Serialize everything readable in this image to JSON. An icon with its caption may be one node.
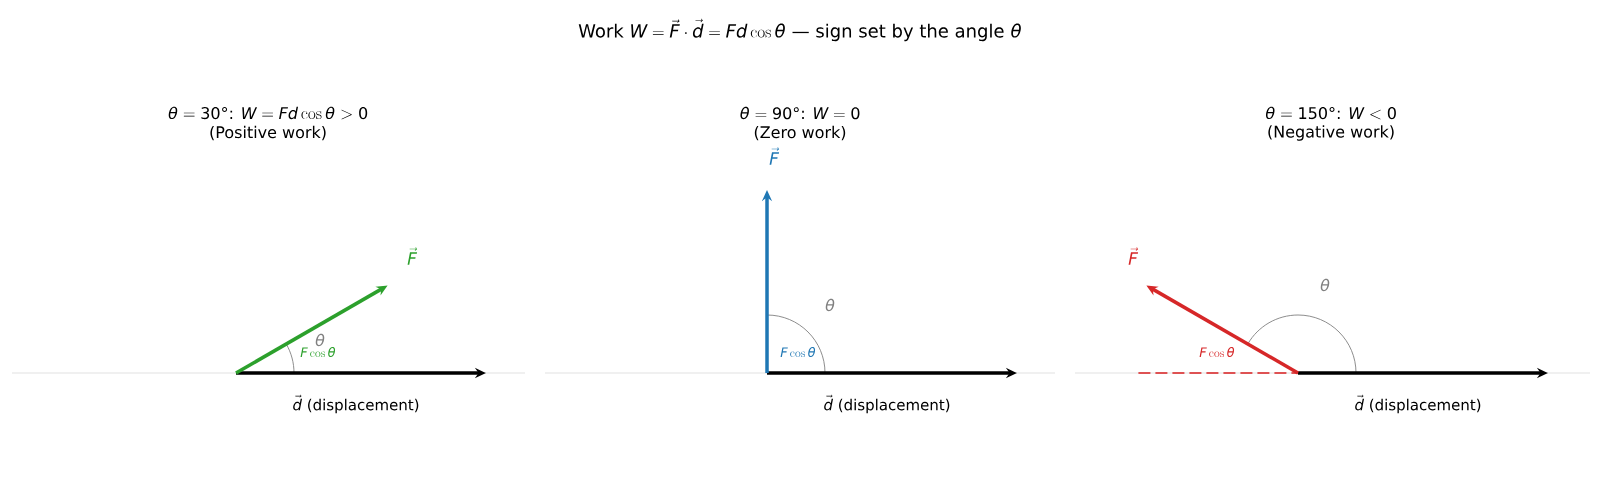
{
  "diagram": {
    "title": "\\mbox{Work }W = \\vec{F}\\cdot\\vec{d} = Fd\\cos\\theta\\mbox{  —  sign set by the angle }\\theta",
    "labels": [
      "\\theta = 30\\mbox{°}\\mbox{: }W = Fd\\cos\\theta > 0",
      "(Positive work)",
      "\\vec{F}",
      "\\theta",
      "F\\cos\\theta",
      "\\vec{d}\\mbox{ (displacement)}",
      "\\theta = 90\\mbox{°}\\mbox{: }W = 0",
      "(Zero work)",
      "\\vec{F}",
      "\\theta",
      "F\\cos\\theta",
      "\\vec{d}\\mbox{ (displacement)}",
      "\\theta = 150\\mbox{°}\\mbox{: }W < 0",
      "(Negative work)",
      "\\vec{F}",
      "\\theta",
      "F\\cos\\theta",
      "\\vec{d}\\mbox{ (displacement)}"
    ]
  }
}
